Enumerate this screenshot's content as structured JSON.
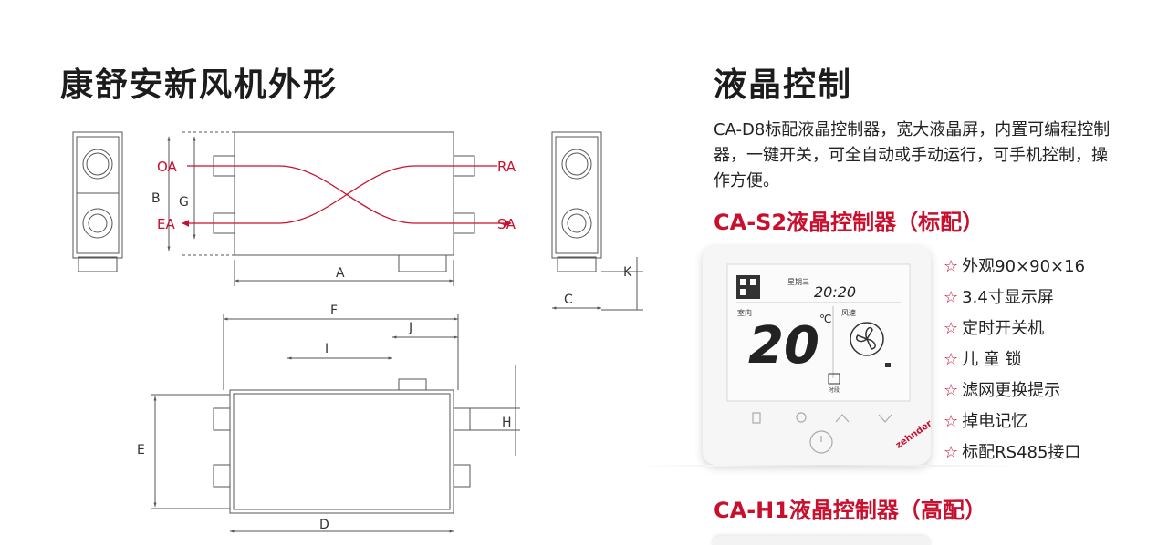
{
  "left": {
    "title": "康舒安新风机外形",
    "airflow": {
      "oa": "OA",
      "ea": "EA",
      "ra": "RA",
      "sa": "SA"
    },
    "dims": {
      "a": "A",
      "b": "B",
      "c": "C",
      "d": "D",
      "e": "E",
      "f": "F",
      "g": "G",
      "h": "H",
      "i": "I",
      "j": "J",
      "k": "K"
    }
  },
  "right": {
    "title": "液晶控制",
    "description": "CA-D8标配液晶控制器，宽大液晶屏，内置可编程控制器，一键开关，可全自动或手动运行，可手机控制，操作方便。",
    "s2_heading": "CA-S2液晶控制器（标配）",
    "h1_heading": "CA-H1液晶控制器（高配）",
    "controller": {
      "weekday": "星期三",
      "clock": "20:20",
      "indoor_label": "室内",
      "temperature": "20",
      "unit": "℃",
      "fan_label": "风速",
      "timer_label": "时段",
      "brand": "zehnder"
    },
    "star_glyph": "☆",
    "features": [
      "外观90×90×16",
      "3.4寸显示屏",
      "定时开关机",
      "儿 童 锁",
      "滤网更换提示",
      "掉电记忆",
      "标配RS485接口"
    ]
  },
  "colors": {
    "accent_red": "#c8102e",
    "line_gray": "#555555"
  }
}
